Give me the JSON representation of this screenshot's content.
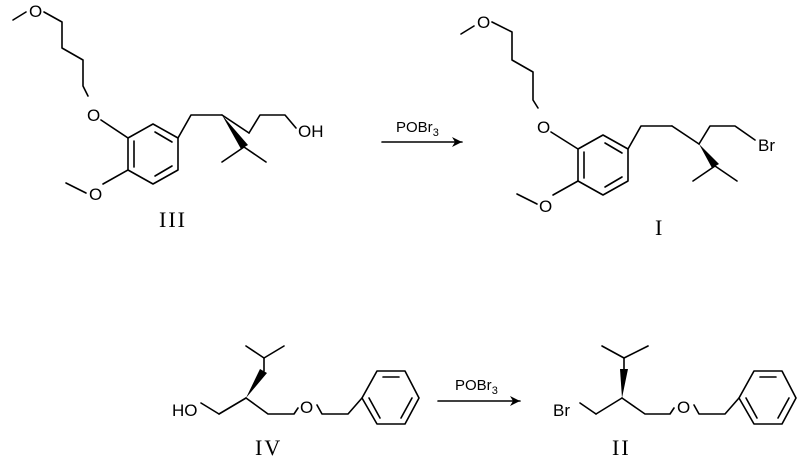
{
  "scheme": {
    "reaction_1": {
      "reagent": "POBr",
      "reagent_subscript": "3",
      "reactant_label": "III",
      "product_label": "I",
      "reactant_atoms": {
        "ether_o1": "O",
        "ether_o2": "O",
        "ether_o3": "O",
        "hydroxyl": "OH"
      },
      "product_atoms": {
        "ether_o1": "O",
        "ether_o2": "O",
        "ether_o3": "O",
        "bromine": "Br"
      }
    },
    "reaction_2": {
      "reagent": "POBr",
      "reagent_subscript": "3",
      "reactant_label": "IV",
      "product_label": "II",
      "reactant_atoms": {
        "hydroxyl": "HO",
        "ether_o": "O"
      },
      "product_atoms": {
        "bromine": "Br",
        "ether_o": "O"
      }
    }
  }
}
